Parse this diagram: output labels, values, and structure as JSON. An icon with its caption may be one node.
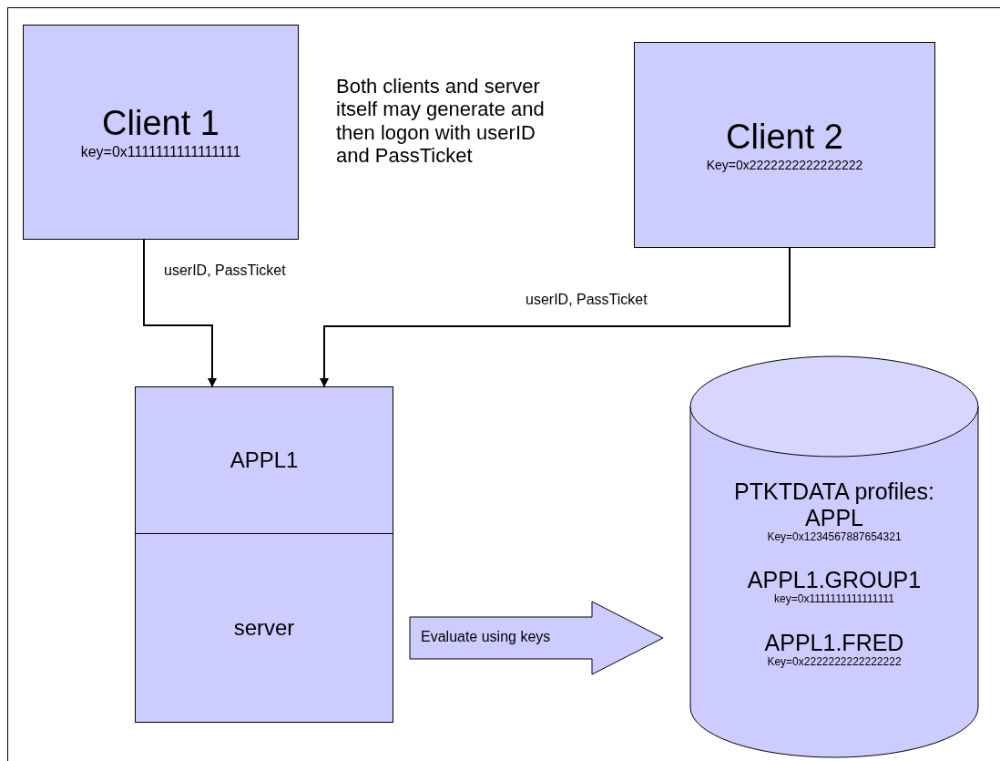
{
  "diagram": {
    "nodes": [
      {
        "text": [
          "Client 1",
          "key=0x1111111111111111"
        ]
      },
      {
        "text": [
          "Client 2",
          "Key=0x2222222222222222"
        ]
      },
      {
        "text": [
          "APPL1"
        ]
      },
      {
        "text": [
          "server"
        ]
      },
      {
        "text": [
          "PTKTDATA profiles:",
          "APPL",
          "Key=0x1234567887654321",
          "APPL1.GROUP1",
          "key=0x1111111111111111",
          "APPL1.FRED",
          "Key=0x2222222222222222"
        ]
      }
    ],
    "edges": [
      {
        "from": 0,
        "to": 2,
        "arrow": "to",
        "label": "userID, PassTicket"
      },
      {
        "from": 1,
        "to": 2,
        "arrow": "to",
        "label": "userID, PassTicket"
      },
      {
        "from": 3,
        "to": 4,
        "arrow": "to",
        "label": "Evaluate using keys",
        "style": "thick"
      }
    ],
    "labels": [
      "Both clients and server itself may generate and then logon with userID and PassTicket"
    ]
  }
}
